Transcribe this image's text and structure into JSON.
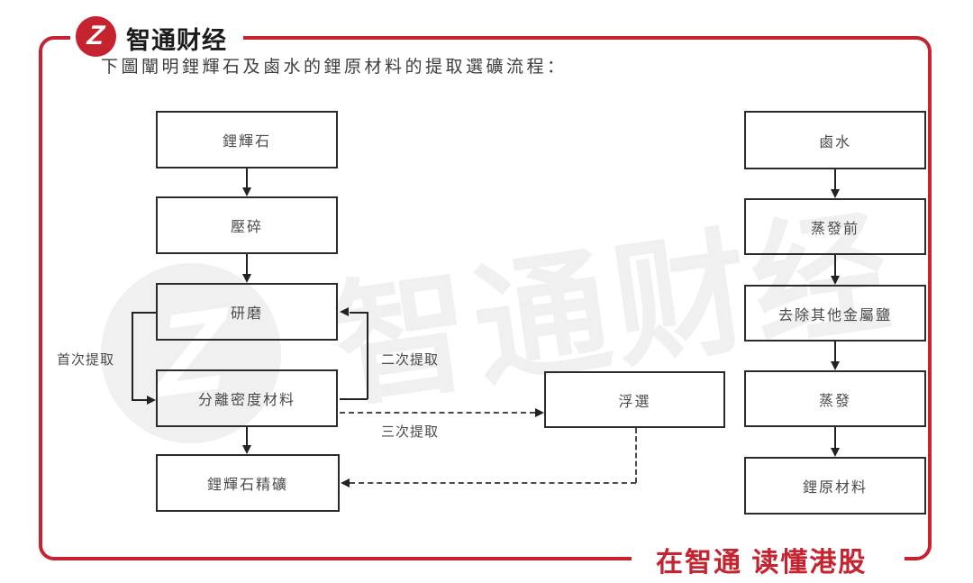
{
  "logo": {
    "brand": "智通财经",
    "icon_letter": "Z"
  },
  "header": {
    "title": "下圖闡明鋰輝石及鹵水的鋰原材料的提取選礦流程："
  },
  "flowchart": {
    "left_column": [
      "鋰輝石",
      "壓碎",
      "研磨",
      "分離密度材料",
      "鋰輝石精礦"
    ],
    "middle": "浮選",
    "right_column": [
      "鹵水",
      "蒸發前",
      "去除其他金屬鹽",
      "蒸發",
      "鋰原材料"
    ],
    "edge_labels": {
      "first": "首次提取",
      "second": "二次提取",
      "third": "三次提取"
    }
  },
  "watermark": {
    "text": "智通财经",
    "icon_letter": "Z"
  },
  "footer": {
    "slogan": "在智通 读懂港股"
  },
  "colors": {
    "brand_red": "#c4232f",
    "line": "#2b2b2b",
    "watermark_gray": "#f0f0f0"
  }
}
